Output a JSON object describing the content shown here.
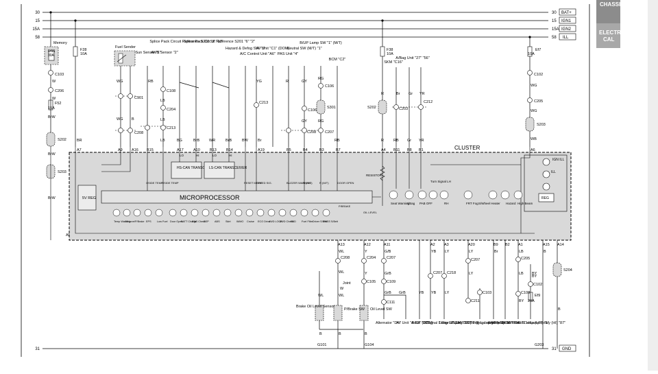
{
  "tabs": {
    "chassis": "CHASSIS",
    "electrical_1": "ELECTRI",
    "electrical_2": "CAL"
  },
  "rails": {
    "left": [
      "30",
      "15",
      "15A",
      "58"
    ],
    "right": [
      "30",
      "15",
      "15A",
      "58"
    ],
    "boxes": [
      "BAT+",
      "IGN1",
      "IGN2",
      "ILL"
    ],
    "ground_left": "31",
    "ground_right": "31",
    "ground_box": "GND"
  },
  "fuses": {
    "memory": [
      "Memory",
      "Ef15",
      "30A"
    ],
    "f28": [
      "F28",
      "10A"
    ],
    "f52": [
      "F52",
      "15A"
    ],
    "f38": [
      "F38",
      "10A"
    ],
    "ef7": [
      "Ef7",
      "10A"
    ],
    "ef9": [
      "Ef9",
      "20A"
    ]
  },
  "connectors": [
    "C103",
    "C206",
    "C901",
    "C108",
    "C204",
    "C208",
    "C213",
    "C213",
    "C106",
    "C208",
    "C106",
    "C207",
    "C203",
    "C212",
    "C102",
    "C205",
    "C208",
    "C204",
    "C207",
    "C105",
    "C109",
    "C111",
    "C207",
    "C218",
    "C207",
    "C211",
    "C103",
    "C205",
    "C108",
    "C102",
    "S202",
    "S203",
    "S202",
    "S203",
    "S301",
    "S204",
    "Joint",
    "G101",
    "G104",
    "G203"
  ],
  "top_components": [
    {
      "label": "Fuel Sender"
    },
    {
      "label": "Sun Sensor \"1\""
    },
    {
      "label": "AMB Sensor \"2\""
    },
    {
      "label": "Splice Pack Circuit Reference S202 \"3\" \"13\""
    },
    {
      "label": "Splice Pack Circuit Reference S201 \"6\" \"2\""
    },
    {
      "label": "Hazard & Defog SW \"3\""
    },
    {
      "label": "A/C Control Unit \"A6\""
    },
    {
      "label": "AV Unit \"C1\" (DOM)"
    },
    {
      "label": "PAS Unit \"4\""
    },
    {
      "label": "Neutral SW (M/T) \"1\""
    },
    {
      "label": "B/UP Lamp SW \"1\" (M/T)"
    },
    {
      "label": "BCM \"C2\""
    },
    {
      "label": "SKM \"C16\""
    },
    {
      "label": "A/Bag Unit \"27\" \"56\""
    }
  ],
  "wire_colors": [
    "W",
    "W",
    "WG",
    "WG",
    "B",
    "RB",
    "LB",
    "LB",
    "LB",
    "BG",
    "BrB",
    "WR",
    "BrB",
    "BW",
    "Br",
    "YG",
    "R",
    "GY",
    "GY",
    "RG",
    "RG",
    "RB",
    "R",
    "Gr",
    "YR",
    "R",
    "RB",
    "Br",
    "Gr",
    "YR",
    "WG",
    "WG",
    "WB",
    "BR",
    "BrW",
    "BrW",
    "BrW",
    "LO",
    "HI",
    "LO",
    "HI"
  ],
  "pins": [
    "A7",
    "A9",
    "A16",
    "B15",
    "A17",
    "A10",
    "B13",
    "B14",
    "A19",
    "B5",
    "B4",
    "B3",
    "B7",
    "A4",
    "B11",
    "B8",
    "B1",
    "A6",
    "A5",
    "A13",
    "A12",
    "A11",
    "A2",
    "A3",
    "A20",
    "B9",
    "B2",
    "A1",
    "A15",
    "A14"
  ],
  "cluster": {
    "title": "CLUSTER",
    "microprocessor": "MICROPROCESSOR",
    "hs_can": "HS-CAN TRANSCEIVER",
    "ls_can": "LS-CAN TRANSCEIVER",
    "regulator": "5V REG",
    "resistor": "RESISTOR",
    "inputs": [
      "OSIDE TEMP",
      "OSIDE TEMP",
      "RESET MODE",
      "SPEED SIG.",
      "BUZZER WARNING",
      "N (M/T)",
      "R (M/T)",
      "DOOR OPEN",
      "P/BRAKE",
      "OIL LEVEL"
    ],
    "indicators": [
      "Temp Warning",
      "Oil Level",
      "P/Brake",
      "EPS",
      "Low Fuel",
      "Door Open",
      "BATT Charge",
      "ENG Check",
      "ESP",
      "ABS",
      "Skirt",
      "IMMO",
      "Cruise",
      "ECO Drive",
      "4WD LOCK",
      "4WD Check",
      "EBD",
      "Fuel Filter",
      "Driver S/Belt",
      "PASS S/Belt"
    ],
    "right_indicators": [
      "Seat Warning",
      "A/Bag",
      "PAB OFF",
      "Turn Signal LH",
      "RH",
      "FRT Fog",
      "S/Wheel Heater",
      "Hazard",
      "High Beam"
    ],
    "lamps": [
      "IGN ILL",
      "ILL",
      "REG"
    ]
  },
  "bottom_components": [
    {
      "label": "Brake Oil Level Sensor"
    },
    {
      "label": "P/Brake SW"
    },
    {
      "label": "Oil Level SW"
    },
    {
      "label": "Alternator \"D+\""
    },
    {
      "label": "AV Unit \"A-A3\" (DOM)"
    },
    {
      "label": "BCM \"D2\""
    },
    {
      "label": "T/Signal Lamp \"2\" (LH)"
    },
    {
      "label": "T/Signal Lamp \"2\" (RH)"
    },
    {
      "label": "BCM \"D12\""
    },
    {
      "label": "FRT Fog Lamp (RH) \"2\""
    },
    {
      "label": "Fog Lamp Relay \"87\""
    },
    {
      "label": "S/wheel heater SW \"6\""
    },
    {
      "label": "BCM \"B14\""
    },
    {
      "label": "Head Lamp (L/R) \"1\""
    },
    {
      "label": "H/Lamp Relay (HI) \"87\""
    }
  ],
  "bottom_wire_colors": [
    "WL",
    "WL",
    "WL",
    "WL",
    "W",
    "Y",
    "Y",
    "G/B",
    "GrB",
    "GrB",
    "GrB",
    "YB",
    "YB",
    "YB",
    "LY",
    "LY",
    "LY",
    "LY",
    "YB",
    "YB",
    "YB",
    "LY",
    "LY",
    "LB",
    "LB",
    "BY",
    "BY",
    "BY",
    "B",
    "B",
    "B",
    "B",
    "B",
    "Br"
  ]
}
